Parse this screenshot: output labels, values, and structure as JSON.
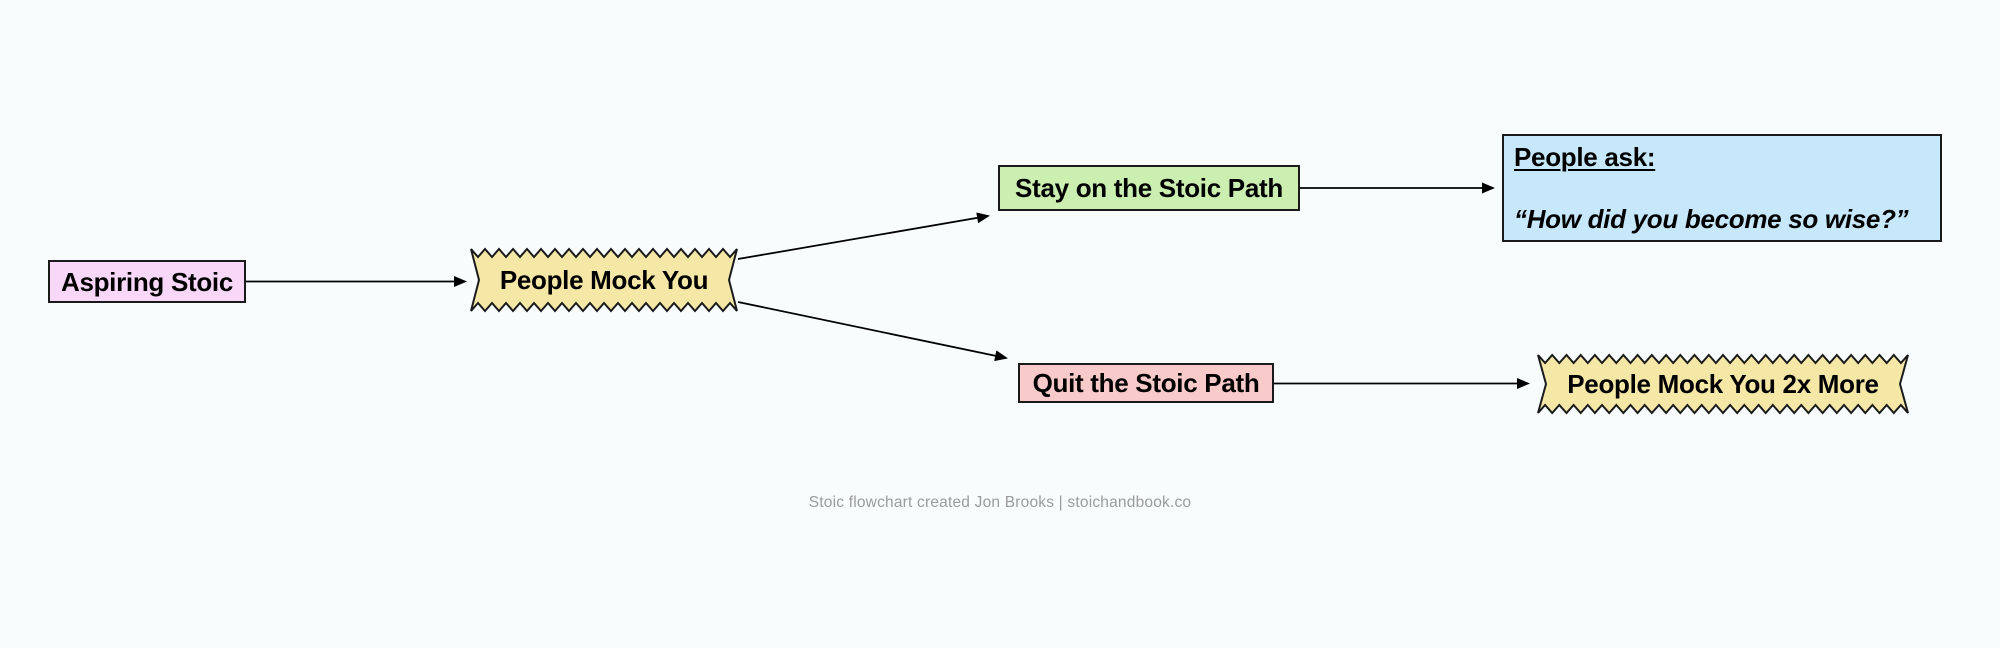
{
  "canvas": {
    "background": "#f8fcfd"
  },
  "nodes": {
    "aspiring": {
      "label": "Aspiring Stoic",
      "fill": "#f9d7f9"
    },
    "mock1": {
      "label": "People Mock You",
      "fill": "#f5e7a6"
    },
    "stay": {
      "label": "Stay on the Stoic Path",
      "fill": "#caefb1"
    },
    "quit": {
      "label": "Quit the Stoic Path",
      "fill": "#f9caca"
    },
    "ask": {
      "heading": "People ask:",
      "quote": "“How did you become so wise?”",
      "fill": "#c7e8fa"
    },
    "mock2": {
      "label": "People Mock You 2x More",
      "fill": "#f5e7a6"
    }
  },
  "colors": {
    "edge": "#000000",
    "node_border": "#1a1a1a",
    "footer_text": "#9b9b9b"
  },
  "footer": {
    "credit": "Stoic flowchart created Jon Brooks | stoichandbook.co"
  }
}
